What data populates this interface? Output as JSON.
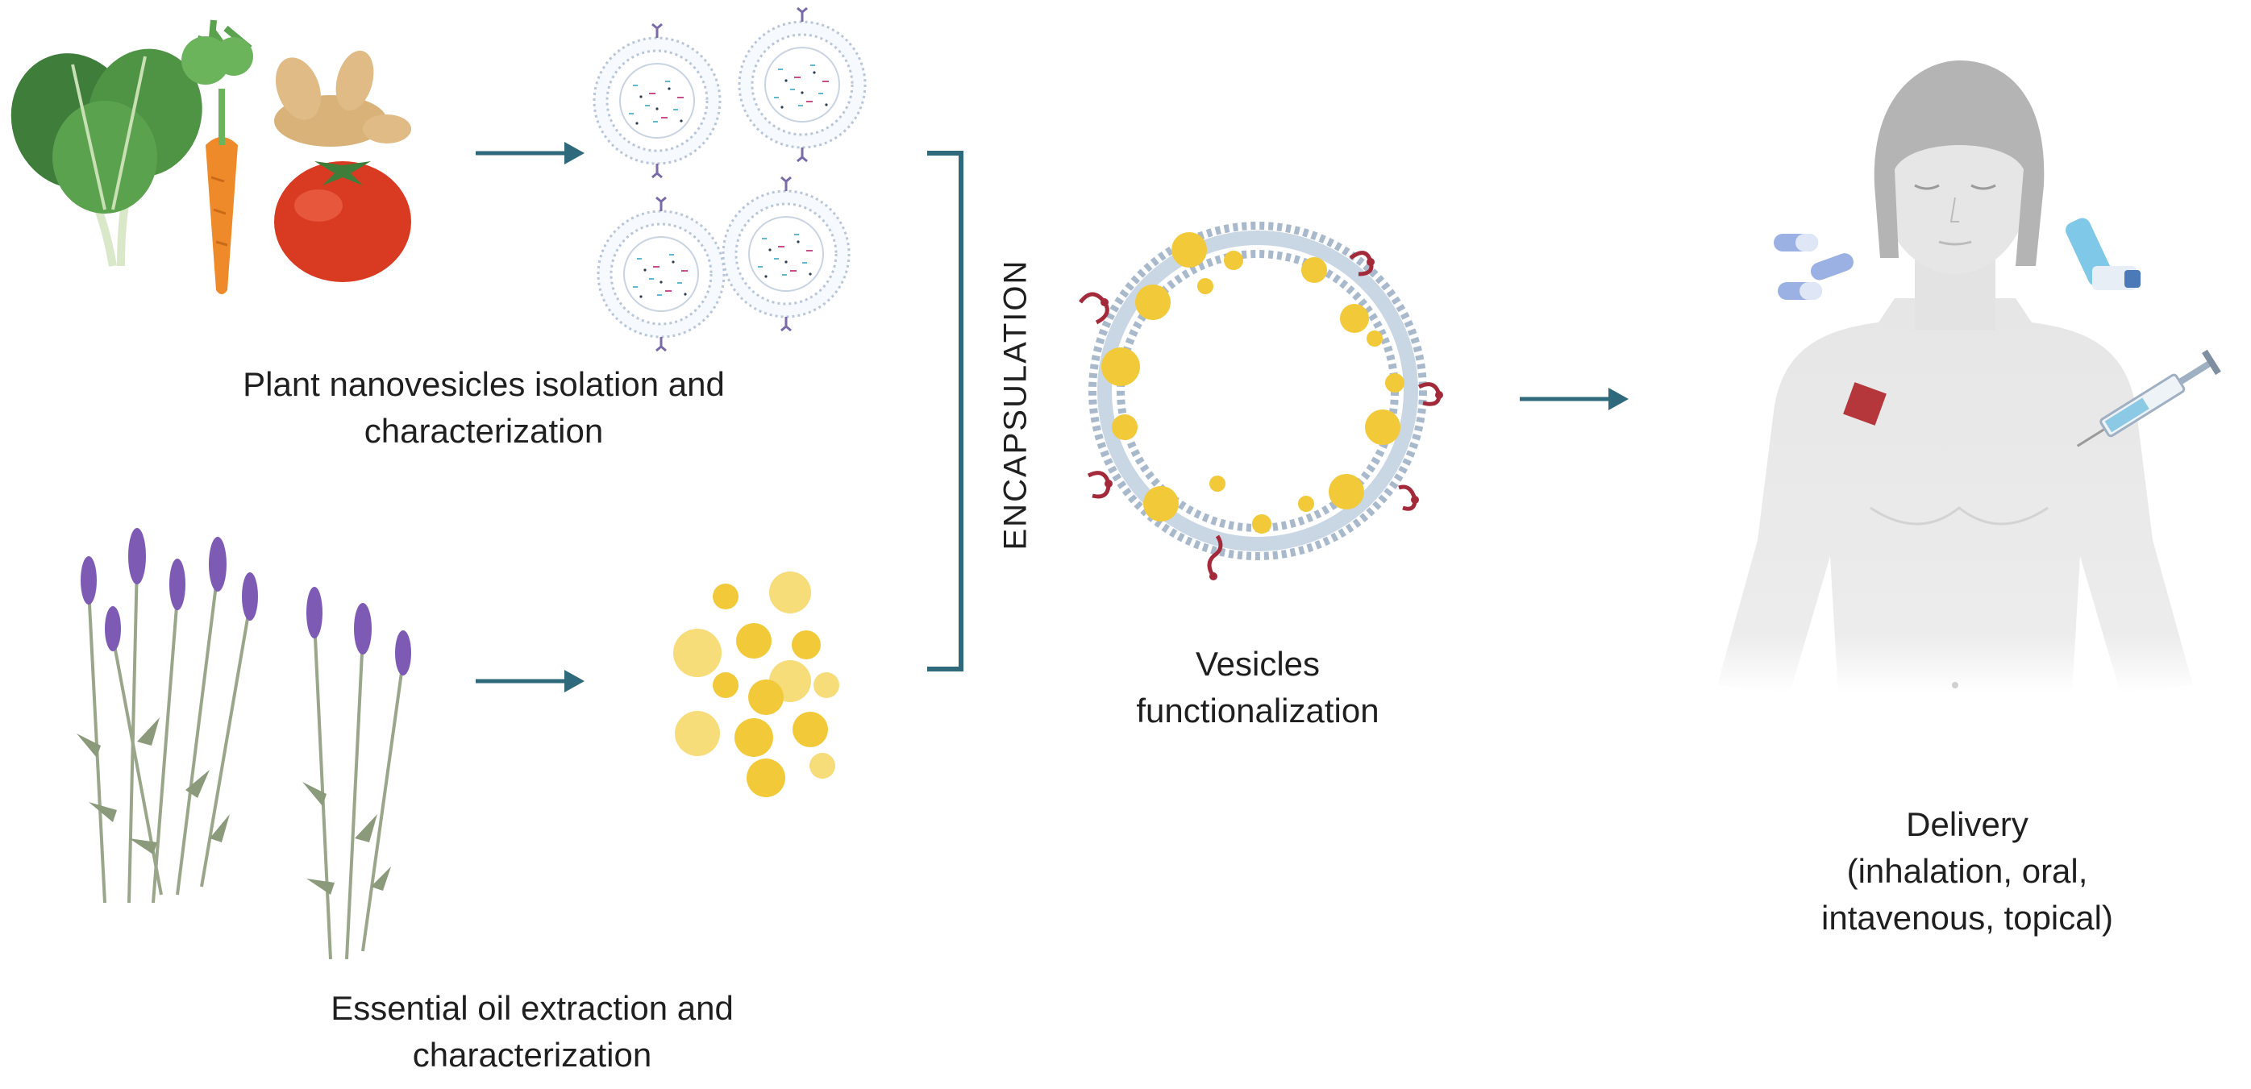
{
  "labels": {
    "plant_step": "Plant nanovesicles isolation and characterization",
    "oil_step": "Essential oil extraction and characterization",
    "encapsulation": "ENCAPSULATION",
    "functionalization": "Vesicles functionalization",
    "delivery_title": "Delivery",
    "delivery_routes": "(inhalation, oral, intavenous, topical)"
  },
  "colors": {
    "arrow": "#2f6a7c",
    "bracket": "#2f6a7c",
    "vesicle_membrane": "#a9b9cc",
    "oil_droplet": "#f2c939",
    "ligand": "#a32a3a",
    "skin": "#e6e6e6",
    "hair": "#b4b4b4"
  },
  "icons": {
    "vegetables": "vegetables-icon",
    "lavender": "lavender-icon",
    "nanovesicles": "nanovesicles-icon",
    "oil_droplets": "oil-droplets-icon",
    "functionalized_vesicle": "functionalized-vesicle-icon",
    "human_body": "human-body-icon",
    "pills": "pills-icon",
    "inhaler": "inhaler-icon",
    "syringe": "syringe-icon",
    "patch": "patch-icon"
  }
}
